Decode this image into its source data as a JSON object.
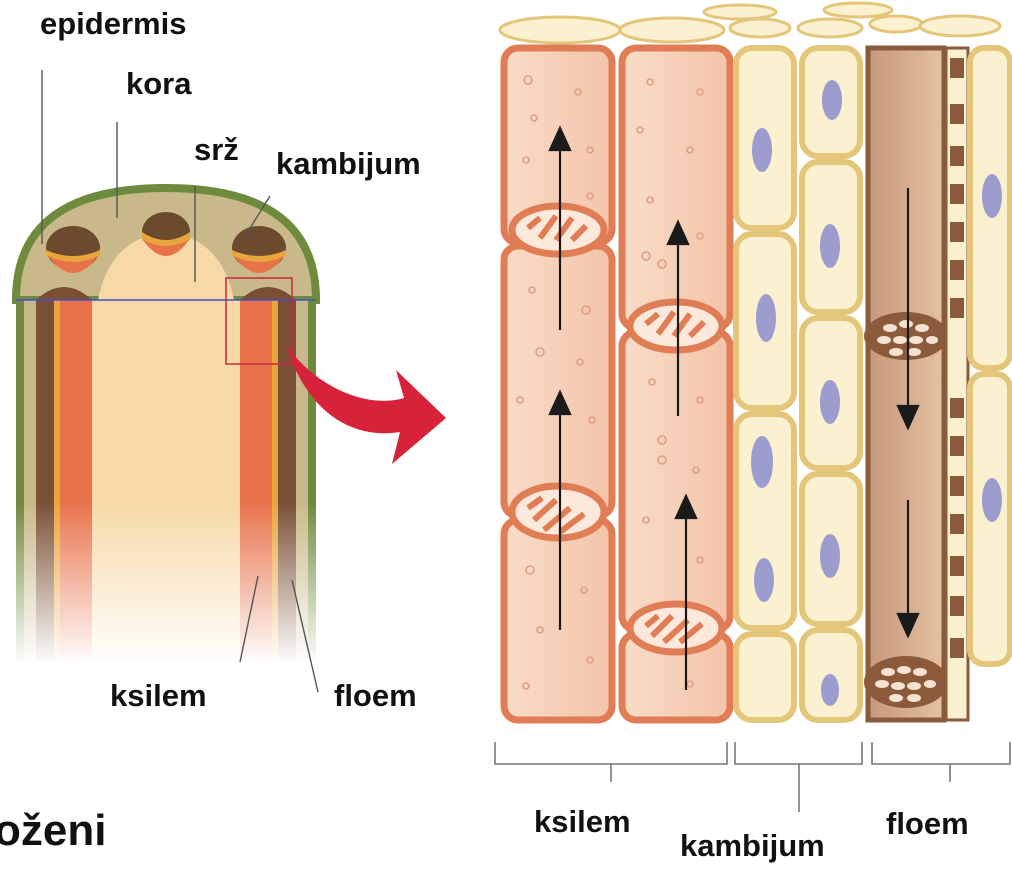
{
  "labels": {
    "epidermis": "epidermis",
    "kora": "kora",
    "srz": "srž",
    "kambijum_left": "kambijum",
    "ksilem_left": "ksilem",
    "floem_left": "floem",
    "ksilem_right": "ksilem",
    "kambijum_right": "kambijum",
    "floem_right": "floem",
    "title_fragment": "oženi"
  },
  "colors": {
    "epidermis": "#6e8a3c",
    "cortex": "#c9b98a",
    "pith": "#f6d9a6",
    "xylem": "#e8825a",
    "xylem_cell_fill": "#f7d3bf",
    "xylem_wall": "#e07d55",
    "phloem": "#8a5a3a",
    "phloem_cell_fill": "#d9b396",
    "cambium_wall": "#e3c679",
    "cambium_fill": "#fbf0cf",
    "nucleus": "#9c9ccf",
    "arrow_red": "#d6233a",
    "line": "#555555"
  }
}
